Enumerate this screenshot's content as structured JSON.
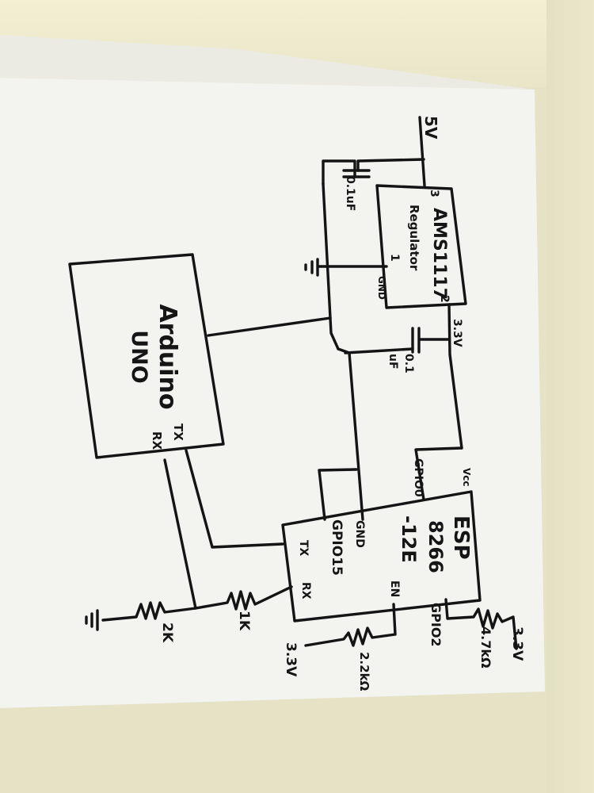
{
  "arduino": {
    "name_line1": "Arduino",
    "name_line2": "UNO",
    "tx": "TX",
    "rx": "RX"
  },
  "regulator": {
    "name_line1": "AMS1117",
    "name_line2": "Regulator",
    "pin3": "3",
    "pin1": "1",
    "pin2": "2",
    "gnd": "GND"
  },
  "esp": {
    "name_line1": "ESP",
    "name_line2": "8266",
    "name_line3": "-12E",
    "vcc": "Vcc",
    "gpio0": "GPIO0",
    "gnd": "GND",
    "gpio15": "GPIO15",
    "tx": "TX",
    "rx": "RX",
    "en": "EN",
    "gpio2": "GPIO2"
  },
  "supply": {
    "five_volt": "5V",
    "out_3v3": "3.3V"
  },
  "capacitors": {
    "input": "0.1uF",
    "output_line1": "0.1",
    "output_line2": "uF"
  },
  "resistors": {
    "r1": "1K",
    "r2": "2K",
    "en_pullup": "2.2kΩ",
    "gpio2_pullup": "4.7kΩ"
  },
  "pullup_supplies": {
    "en": "3.3V",
    "gpio2": "3.3V"
  }
}
